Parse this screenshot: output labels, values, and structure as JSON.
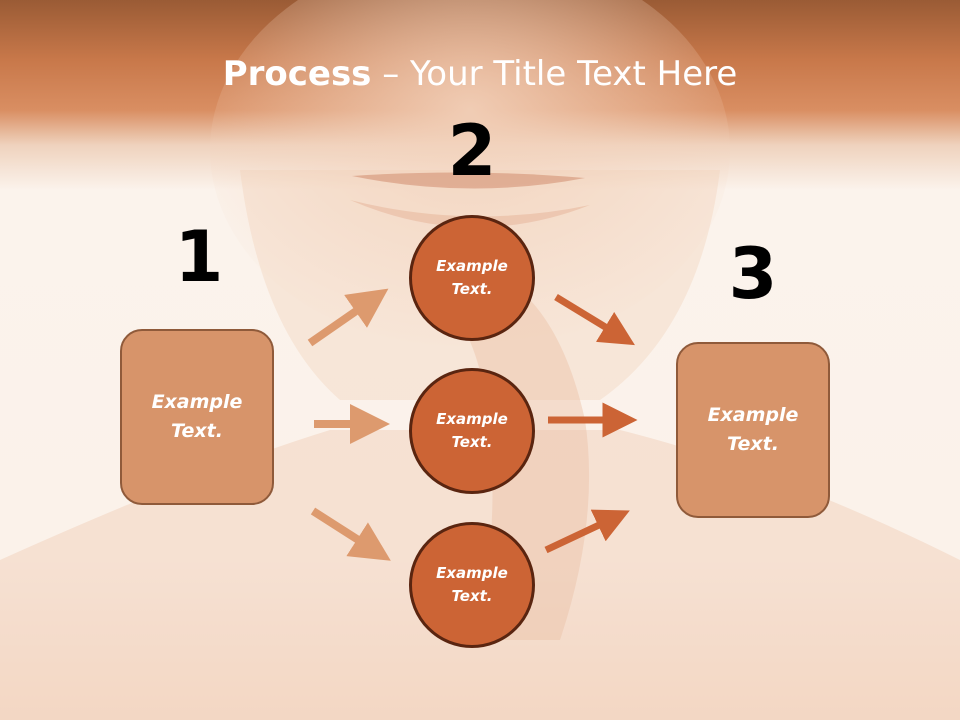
{
  "title": {
    "bold": "Process",
    "rest": " – Your Title Text Here"
  },
  "steps": [
    {
      "number": "1",
      "text": "Example Text."
    },
    {
      "number": "2",
      "items": [
        "Example Text.",
        "Example Text.",
        "Example Text."
      ]
    },
    {
      "number": "3",
      "text": "Example Text."
    }
  ],
  "colors": {
    "header": "#c8784a",
    "box_fill": "#d7946a",
    "circle_fill": "#cc6435",
    "arrow_light": "#dd9a6e",
    "arrow_dark": "#cc6435"
  }
}
